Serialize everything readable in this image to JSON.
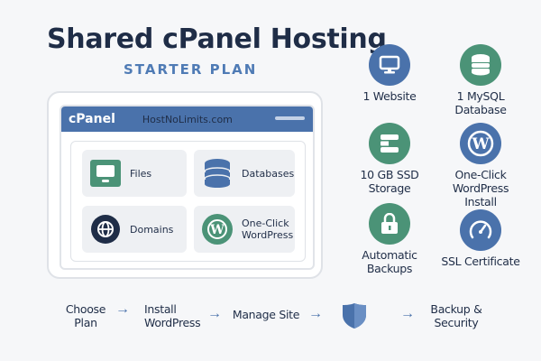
{
  "header": {
    "title": "Shared cPanel Hosting",
    "subtitle": "STARTER PLAN"
  },
  "cpanel": {
    "logo": "cPanel",
    "domain": "HostNoLimits.com",
    "tiles": [
      {
        "label": "Files",
        "icon": "monitor-icon",
        "color": "#4b9377"
      },
      {
        "label": "Databases",
        "icon": "database-icon",
        "color": "#4a72ab"
      },
      {
        "label": "Domains",
        "icon": "globe-icon",
        "color": "#1f2d47"
      },
      {
        "label": "One-Click WordPress",
        "icon": "wordpress-icon",
        "color": "#4b9377"
      }
    ]
  },
  "features": [
    {
      "label": "1 Website",
      "icon": "monitor-icon",
      "color": "#4a72ab"
    },
    {
      "label": "1 MySQL Database",
      "icon": "database-icon",
      "color": "#4b9377"
    },
    {
      "label": "10 GB SSD Storage",
      "icon": "storage-icon",
      "color": "#4b9377"
    },
    {
      "label": "One-Click WordPress Install",
      "icon": "wordpress-icon",
      "color": "#4a72ab"
    },
    {
      "label": "Automatic Backups",
      "icon": "lock-icon",
      "color": "#4b9377"
    },
    {
      "label": "SSL Certificate",
      "icon": "gauge-icon",
      "color": "#4a72ab"
    }
  ],
  "workflow": {
    "steps": [
      "Choose Plan",
      "Install WordPress",
      "Manage Site",
      "Backup & Security"
    ],
    "arrow": "→",
    "shield_icon": "shield-icon"
  }
}
